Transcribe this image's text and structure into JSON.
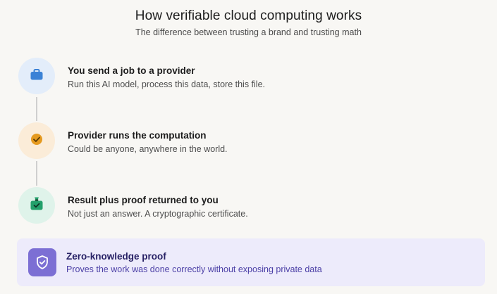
{
  "header": {
    "title": "How verifiable cloud computing works",
    "subtitle": "The difference between trusting a brand and trusting math"
  },
  "steps": [
    {
      "title": "You send a job to a provider",
      "description": "Run this AI model, process this data, store this file.",
      "icon": "briefcase-icon",
      "circle_color": "#e3edfa",
      "icon_color": "#3b82d6"
    },
    {
      "title": "Provider runs the computation",
      "description": "Could be anyone, anywhere in the world.",
      "icon": "check-badge-icon",
      "circle_color": "#fbecd8",
      "icon_color": "#e59a1f"
    },
    {
      "title": "Result plus proof returned to you",
      "description": "Not just an answer. A cryptographic certificate.",
      "icon": "verified-package-icon",
      "circle_color": "#dff3ea",
      "icon_color": "#23a06b"
    }
  ],
  "callout": {
    "title": "Zero-knowledge proof",
    "description": "Proves the work was done correctly without exposing private data",
    "icon": "shield-check-icon",
    "background_color": "#edebfb",
    "icon_color": "#7c6fd4"
  }
}
